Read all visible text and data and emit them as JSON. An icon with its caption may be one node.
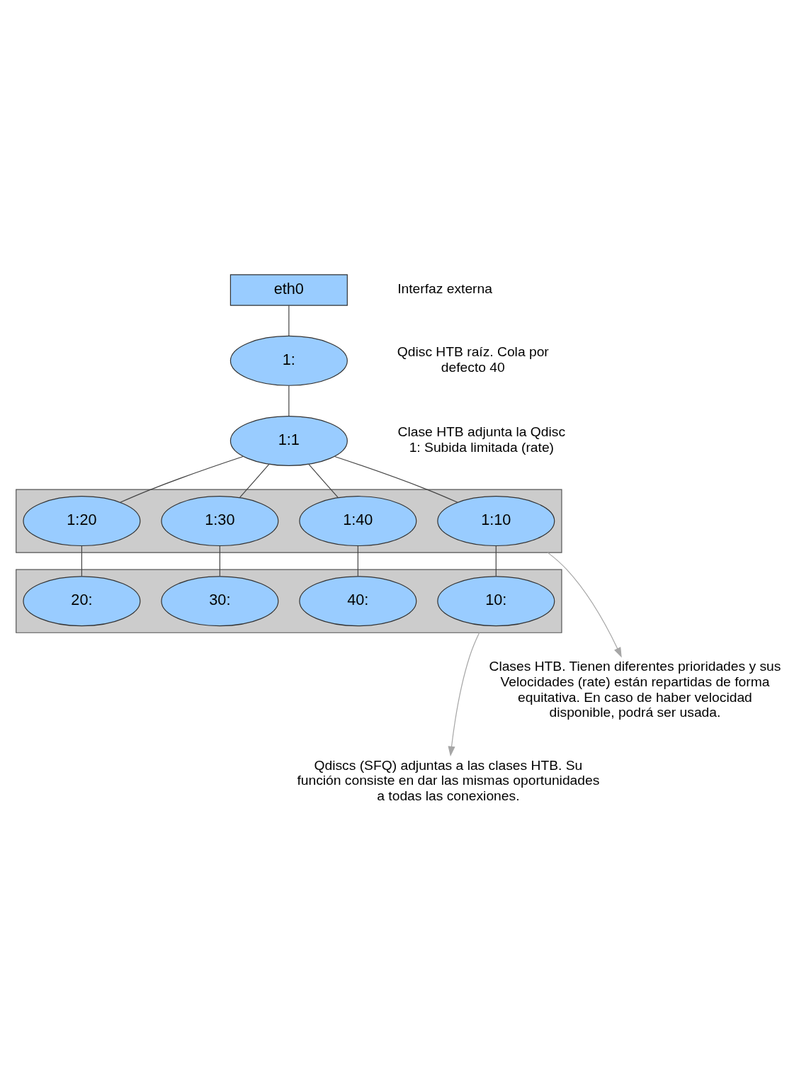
{
  "diagram": {
    "nodes": [
      {
        "text": [
          "eth0"
        ],
        "beside": [
          "Interfaz externa"
        ]
      },
      {
        "text": [
          "1:"
        ],
        "beside": [
          "Qdisc HTB raíz. Cola por defecto 40"
        ]
      },
      {
        "text": [
          "1:1"
        ],
        "beside": [
          "Clase HTB adjunta la Qdisc 1: Subida limitada (rate)"
        ]
      },
      {
        "text": [],
        "shape": "box"
      },
      {
        "text": [
          "1:10"
        ],
        "in": 3
      },
      {
        "text": [
          "1:20"
        ],
        "in": 3
      },
      {
        "text": [
          "1:30"
        ],
        "in": 3
      },
      {
        "text": [
          "1:40"
        ],
        "in": 3
      },
      {
        "text": [],
        "shape": "box"
      },
      {
        "text": [
          "10:"
        ],
        "in": 8
      },
      {
        "text": [
          "20:"
        ],
        "in": 8
      },
      {
        "text": [
          "30:"
        ],
        "in": 8
      },
      {
        "text": [
          "40:"
        ],
        "in": 8
      },
      {
        "text": [
          "Qdiscs (SFQ) adjuntas a las clases HTB. Su función consiste en dar las mismas oportunidades a todas las conexiones."
        ]
      },
      {
        "text": [
          "Clases HTB. Tienen diferentes prioridades y sus Velocidades (rate) están repartidas de forma equitativa. En caso de haber velocidad disponible, podrá ser usada."
        ]
      }
    ],
    "edges": [
      {
        "from": 0,
        "to": 1,
        "arrow": "none"
      },
      {
        "from": 1,
        "to": 2,
        "arrow": "none"
      },
      {
        "from": 2,
        "to": 4,
        "arrow": "none"
      },
      {
        "from": 2,
        "to": 5,
        "arrow": "none"
      },
      {
        "from": 2,
        "to": 6,
        "arrow": "none"
      },
      {
        "from": 2,
        "to": 7,
        "arrow": "none"
      },
      {
        "from": 4,
        "to": 9,
        "arrow": "none"
      },
      {
        "from": 5,
        "to": 10,
        "arrow": "none"
      },
      {
        "from": 6,
        "to": 11,
        "arrow": "none"
      },
      {
        "from": 7,
        "to": 12,
        "arrow": "none"
      },
      {
        "from": 8,
        "to": 13,
        "arrow": "to",
        "color": "#a6a6a6"
      },
      {
        "from": 3,
        "to": 14,
        "arrow": "to",
        "color": "#a6a6a6"
      }
    ]
  }
}
